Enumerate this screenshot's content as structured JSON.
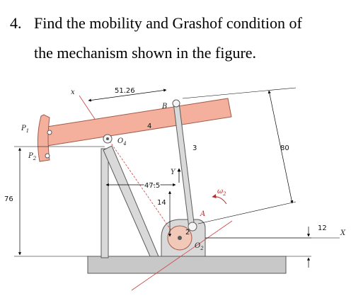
{
  "question": {
    "number": "4.",
    "line1": "Find the mobility and Grashof condition of",
    "line2": "the mechanism shown in the figure."
  },
  "figure": {
    "labels": {
      "dim_top": "51.26",
      "B": "B",
      "O4": "O",
      "O4_sub": "4",
      "link4": "4",
      "link3": "3",
      "P1": "P",
      "P1_sub": "1",
      "P2": "P",
      "P2_sub": "2",
      "x": "x",
      "Y": "Y",
      "dim_47_5": "47.5",
      "dim_14": "14",
      "omega": "ω",
      "omega_sub": "2",
      "A": "A",
      "link2": "2",
      "O2": "O",
      "O2_sub": "2",
      "dim_80": "80",
      "dim_76": "76",
      "dim_12": "12",
      "X": "X"
    },
    "colors": {
      "beam": "#f4b09c",
      "beam_stroke": "#a05b4a",
      "steel": "#d9d9d9",
      "steel_stroke": "#5a5a5a",
      "base": "#c8c8c8",
      "crank": "#f2c8b8",
      "axis_red": "#d04040"
    }
  }
}
